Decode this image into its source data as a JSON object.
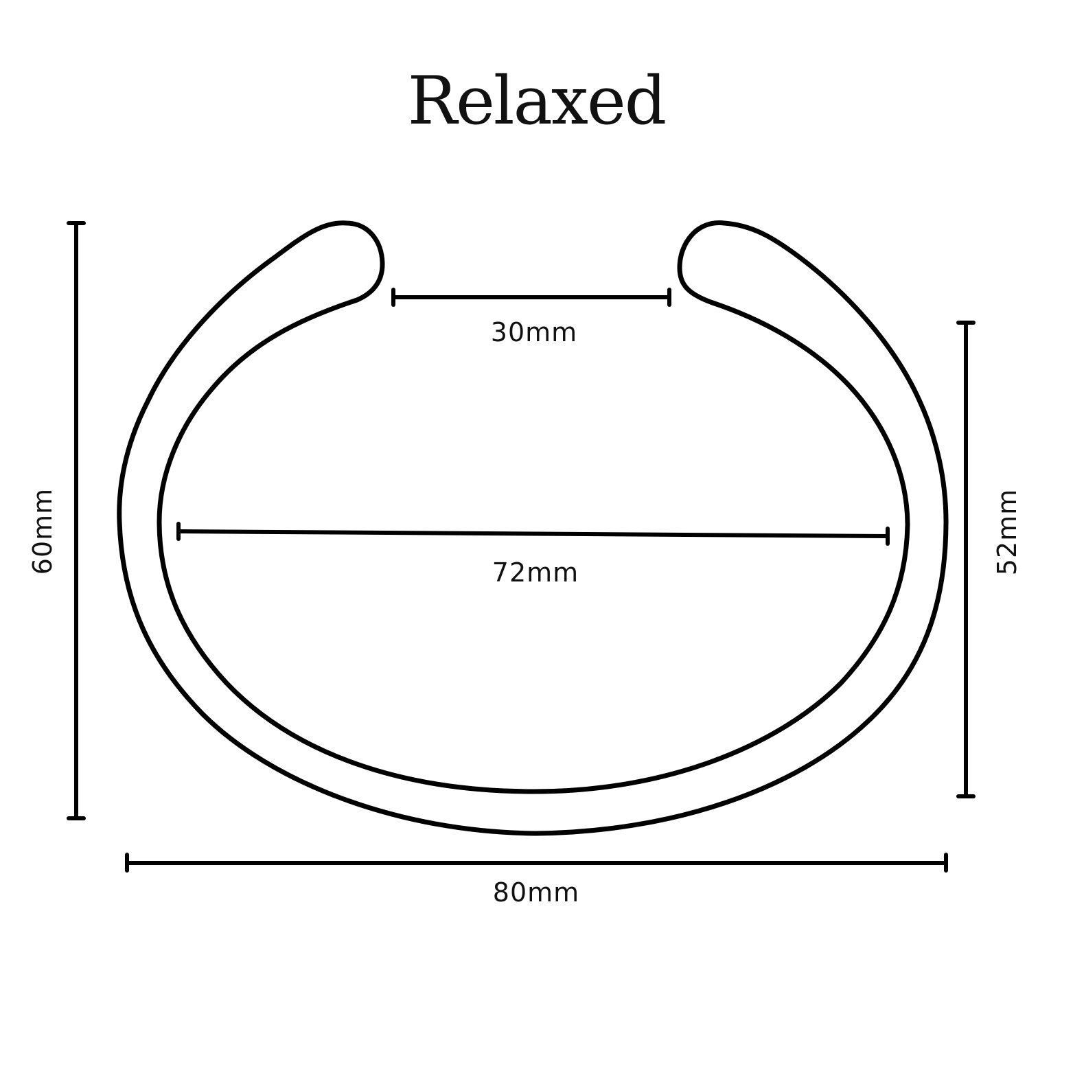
{
  "title": "Relaxed",
  "dimensions": {
    "opening": "30mm",
    "inner_width": "72mm",
    "outer_width": "80mm",
    "outer_height": "60mm",
    "inner_height": "52mm"
  },
  "colors": {
    "stroke": "#000000",
    "background": "#ffffff"
  }
}
